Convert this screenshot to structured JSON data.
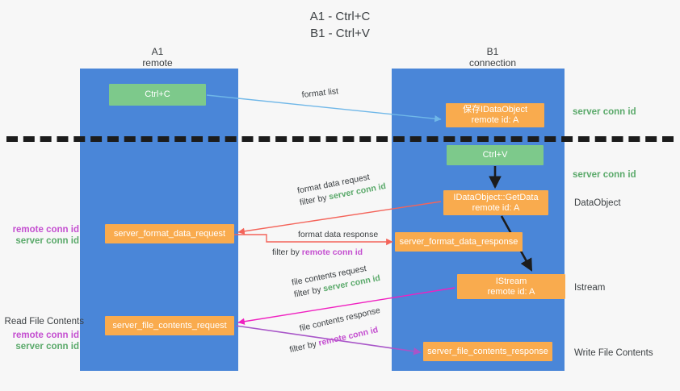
{
  "title": {
    "line1": "A1 - Ctrl+C",
    "line2": "B1 - Ctrl+V"
  },
  "colors": {
    "lane": "#4a86d8",
    "green_node": "#7dc98b",
    "orange_node": "#f9ab4e",
    "server_conn": "#5aa96a",
    "remote_conn": "#c44fd0",
    "blue_arrow": "#6fb7e8",
    "red_arrow": "#f4645a",
    "magenta_arrow": "#f020c0",
    "purple_arrow": "#a855c8",
    "black_arrow": "#1c1c1c"
  },
  "lanes": [
    {
      "id": "a1",
      "name": "A1",
      "sub": "remote"
    },
    {
      "id": "b1",
      "name": "B1",
      "sub": "connection"
    }
  ],
  "nodes": {
    "ctrl_c": {
      "line1": "Ctrl+C",
      "line2": ""
    },
    "ole_idataobject": {
      "line1": "保存IDataObject",
      "line2": "remote id: A"
    },
    "ctrl_v": {
      "line1": "Ctrl+V",
      "line2": ""
    },
    "getdata": {
      "line1": "IDataObject::GetData",
      "line2": "remote id: A"
    },
    "istream": {
      "line1": "IStream",
      "line2": "remote id: A"
    },
    "server_format_data_request": {
      "line1": "server_format_data_request"
    },
    "server_format_data_response": {
      "line1": "server_format_data_response"
    },
    "server_file_contents_request": {
      "line1": "server_file_contents_request"
    },
    "server_file_contents_response": {
      "line1": "server_file_contents_response"
    }
  },
  "edges": [
    {
      "id": "format_list",
      "label": "format list",
      "filter_prefix": "",
      "filter_token": ""
    },
    {
      "id": "format_data_request",
      "label": "format data request",
      "filter_prefix": "filter by ",
      "filter_token": "server conn id"
    },
    {
      "id": "format_data_response",
      "label": "format data response",
      "filter_prefix": "filter by ",
      "filter_token": "remote conn id"
    },
    {
      "id": "file_contents_request",
      "label": "file contents request",
      "filter_prefix": "filter by ",
      "filter_token": "server conn id"
    },
    {
      "id": "file_contents_response",
      "label": "file contents response",
      "filter_prefix": "filter by ",
      "filter_token": "remote conn id"
    }
  ],
  "right_labels": {
    "server_conn_top": "server conn id",
    "server_conn_mid": "server conn id",
    "dataobject": "DataObject",
    "istream": "Istream",
    "write_file_contents": "Write File Contents"
  },
  "left_labels": {
    "remote_conn_1": "remote conn id",
    "server_conn_1": "server conn id",
    "read_file_contents": "Read File Contents",
    "remote_conn_2": "remote conn id",
    "server_conn_2": "server conn id"
  }
}
